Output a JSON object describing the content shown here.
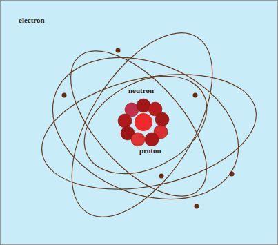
{
  "diagram": {
    "labels": [
      "electron",
      "neutron",
      "proton"
    ]
  }
}
